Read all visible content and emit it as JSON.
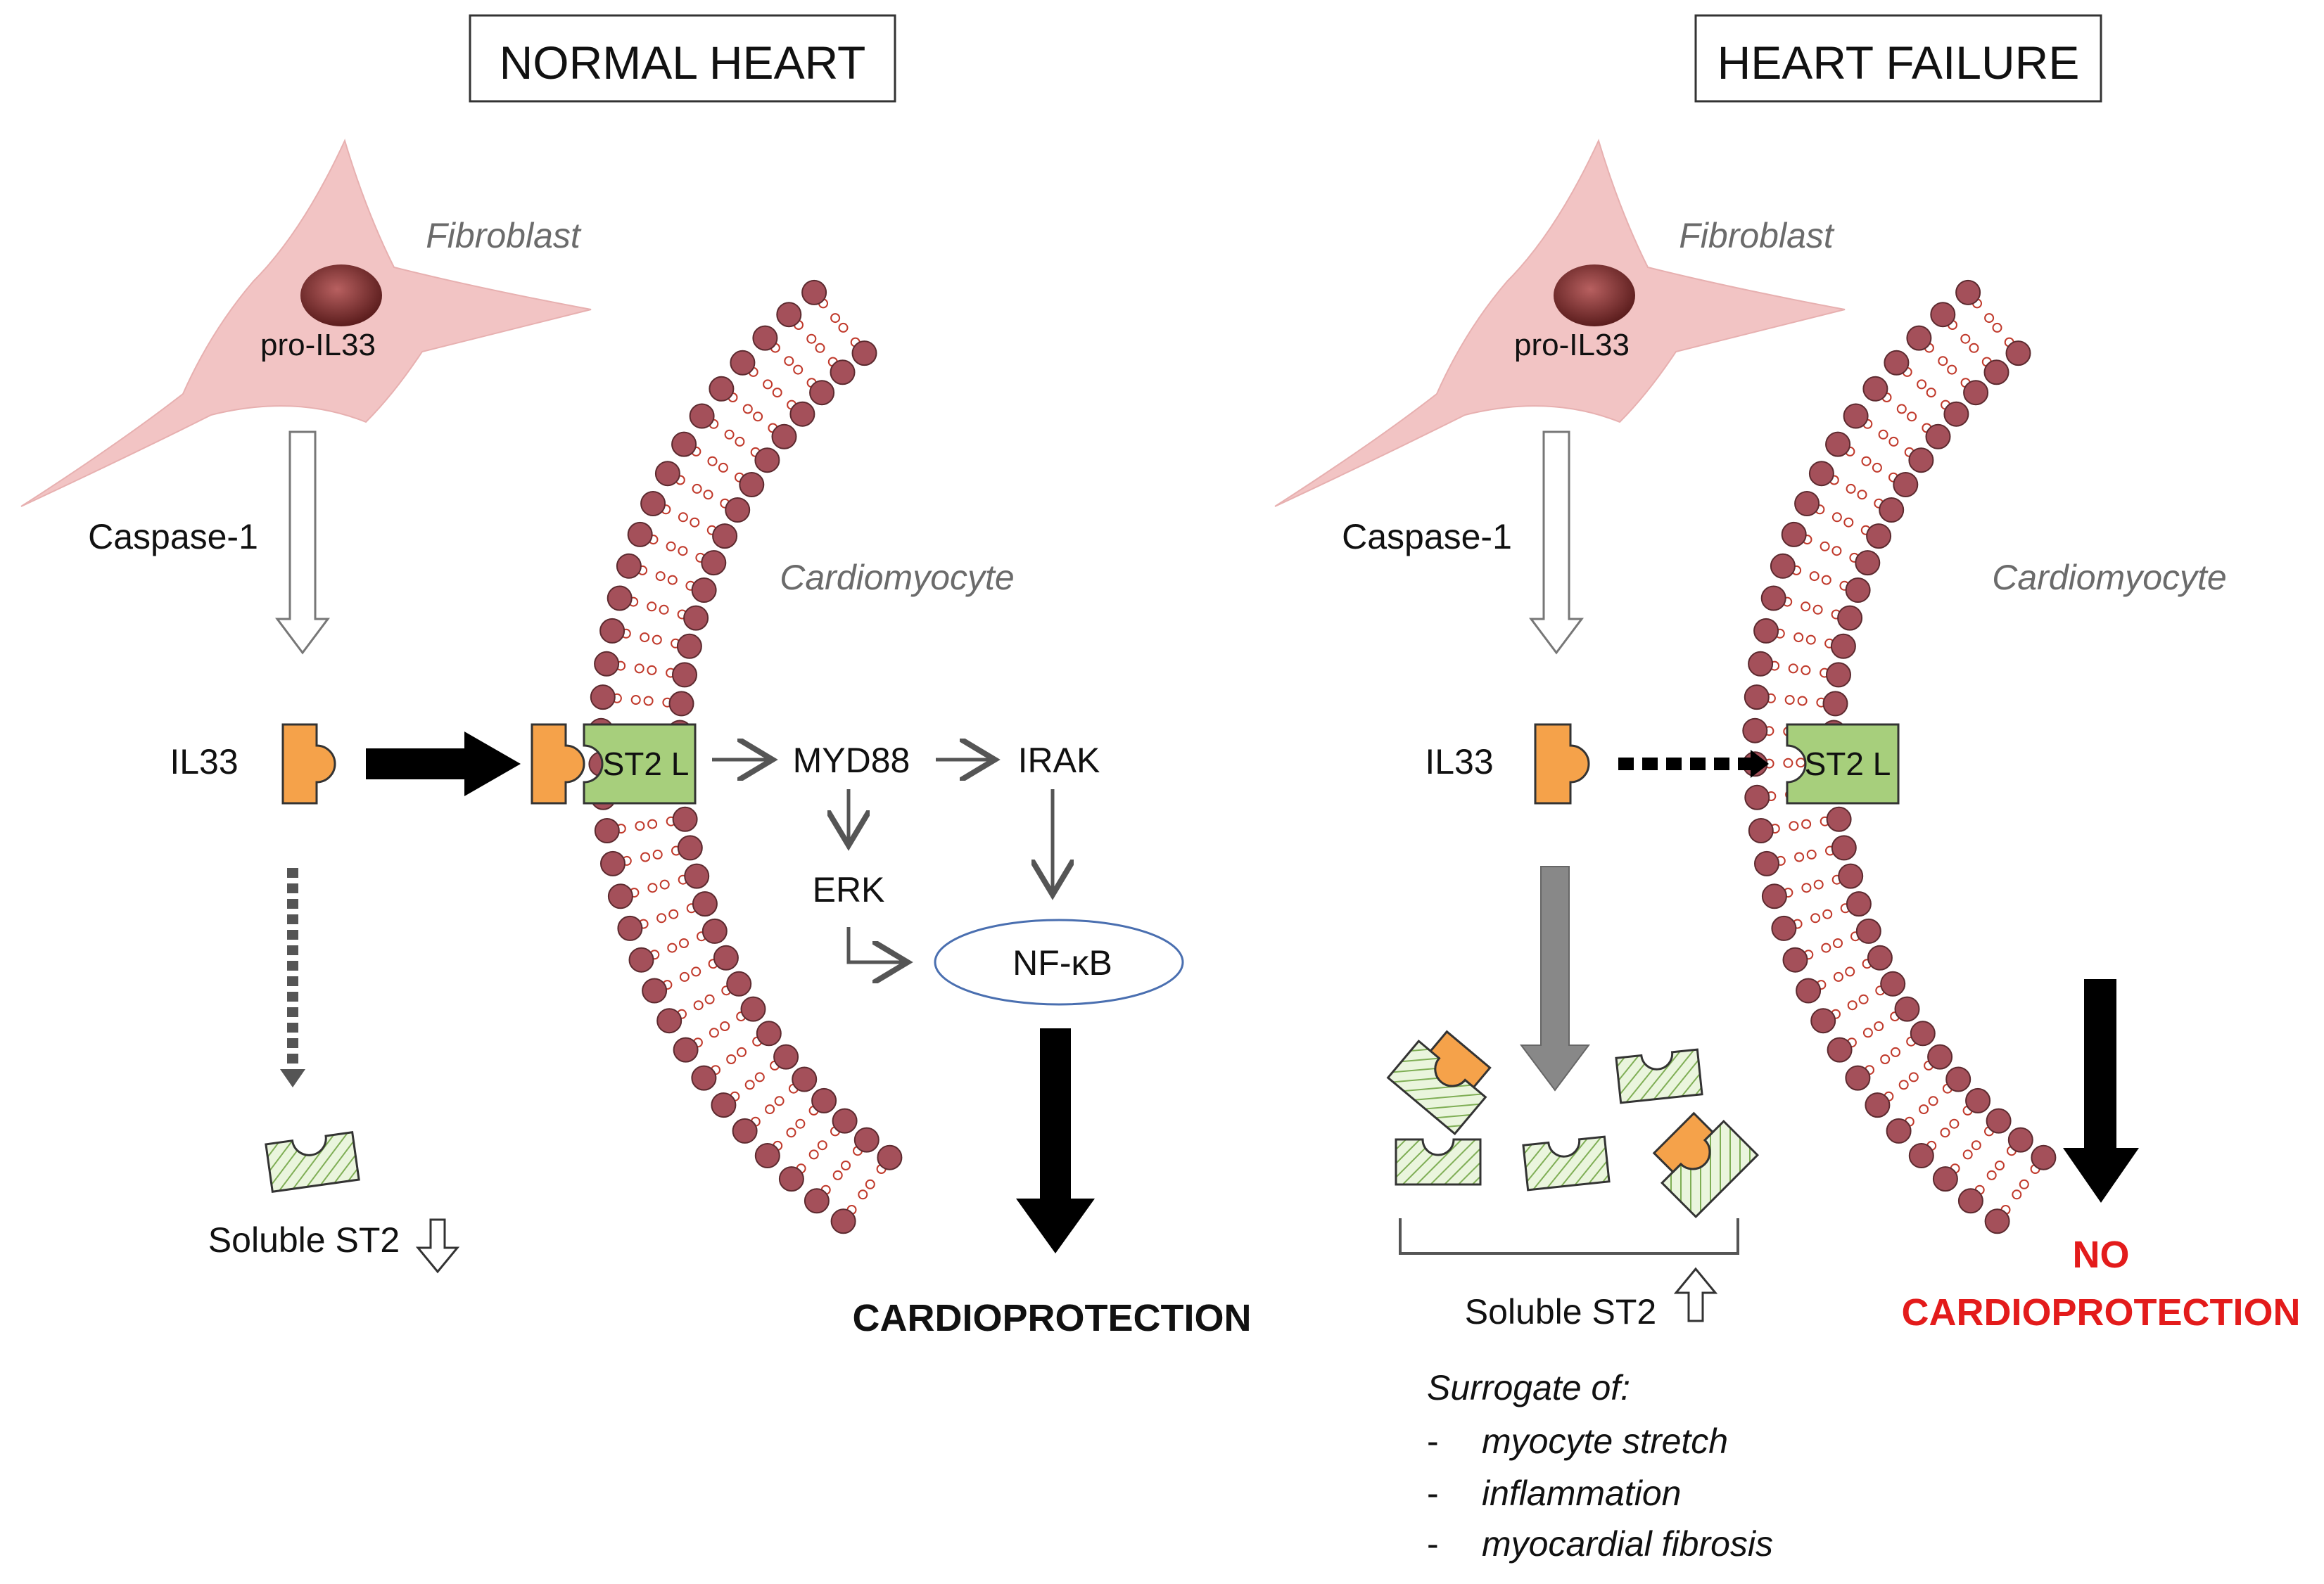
{
  "normal": {
    "title": "NORMAL HEART",
    "fibroblast": "Fibroblast",
    "pro_il33": "pro-IL33",
    "caspase": "Caspase-1",
    "cardiomyocyte": "Cardiomyocyte",
    "il33": "IL33",
    "st2l": "ST2 L",
    "myd88": "MYD88",
    "irak": "IRAK",
    "erk": "ERK",
    "nfkb": "NF-κB",
    "soluble_st2": "Soluble ST2",
    "outcome": "CARDIOPROTECTION"
  },
  "failure": {
    "title": "HEART FAILURE",
    "fibroblast": "Fibroblast",
    "pro_il33": "pro-IL33",
    "caspase": "Caspase-1",
    "cardiomyocyte": "Cardiomyocyte",
    "il33": "IL33",
    "st2l": "ST2 L",
    "soluble_st2": "Soluble ST2",
    "surrogate_heading": "Surrogate of:",
    "surrogate_items": [
      {
        "dash": "-",
        "text": "myocyte stretch"
      },
      {
        "dash": "-",
        "text": "inflammation"
      },
      {
        "dash": "-",
        "text": "myocardial fibrosis"
      }
    ],
    "outcome_line1": "NO",
    "outcome_line2": "CARDIOPROTECTION"
  },
  "colors": {
    "cell": "#f2c4c4",
    "nucleus": "#7b2a2a",
    "il33": "#f5a24a",
    "st2": "#a7cf7c",
    "membrane": "#a4505a",
    "ellipse": "#4a6fb0"
  }
}
